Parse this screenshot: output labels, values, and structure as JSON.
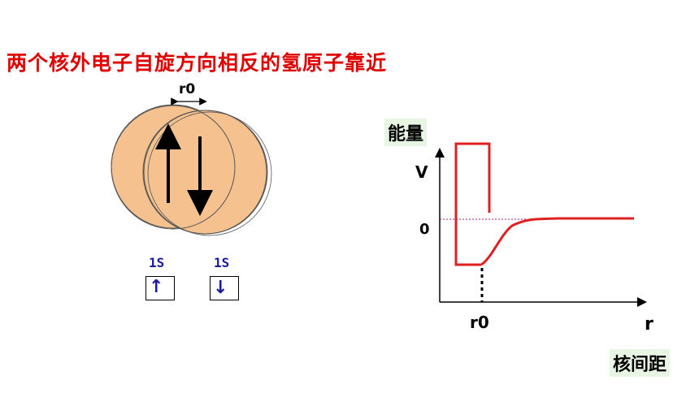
{
  "title": "两个核外电子自旋方向相反的氢原子靠近",
  "diagram": {
    "r0_top_label": "r0",
    "orbitals": [
      {
        "label": "1S",
        "spin": "up",
        "spin_glyph": "↑"
      },
      {
        "label": "1S",
        "spin": "down",
        "spin_glyph": "↓"
      }
    ]
  },
  "chart_data": {
    "type": "line",
    "ylabel": "能量",
    "y_symbol": "V",
    "y_tick_zero": "0",
    "xlabel": "核间距",
    "x_symbol": "r",
    "x_tick_r0": "r0",
    "series_color": "#e02020",
    "reference_line_color": "#a020a0"
  },
  "colors": {
    "atom_fill": "#f5c28f",
    "title": "#e00000",
    "label_bg": "#e8f5e4"
  }
}
